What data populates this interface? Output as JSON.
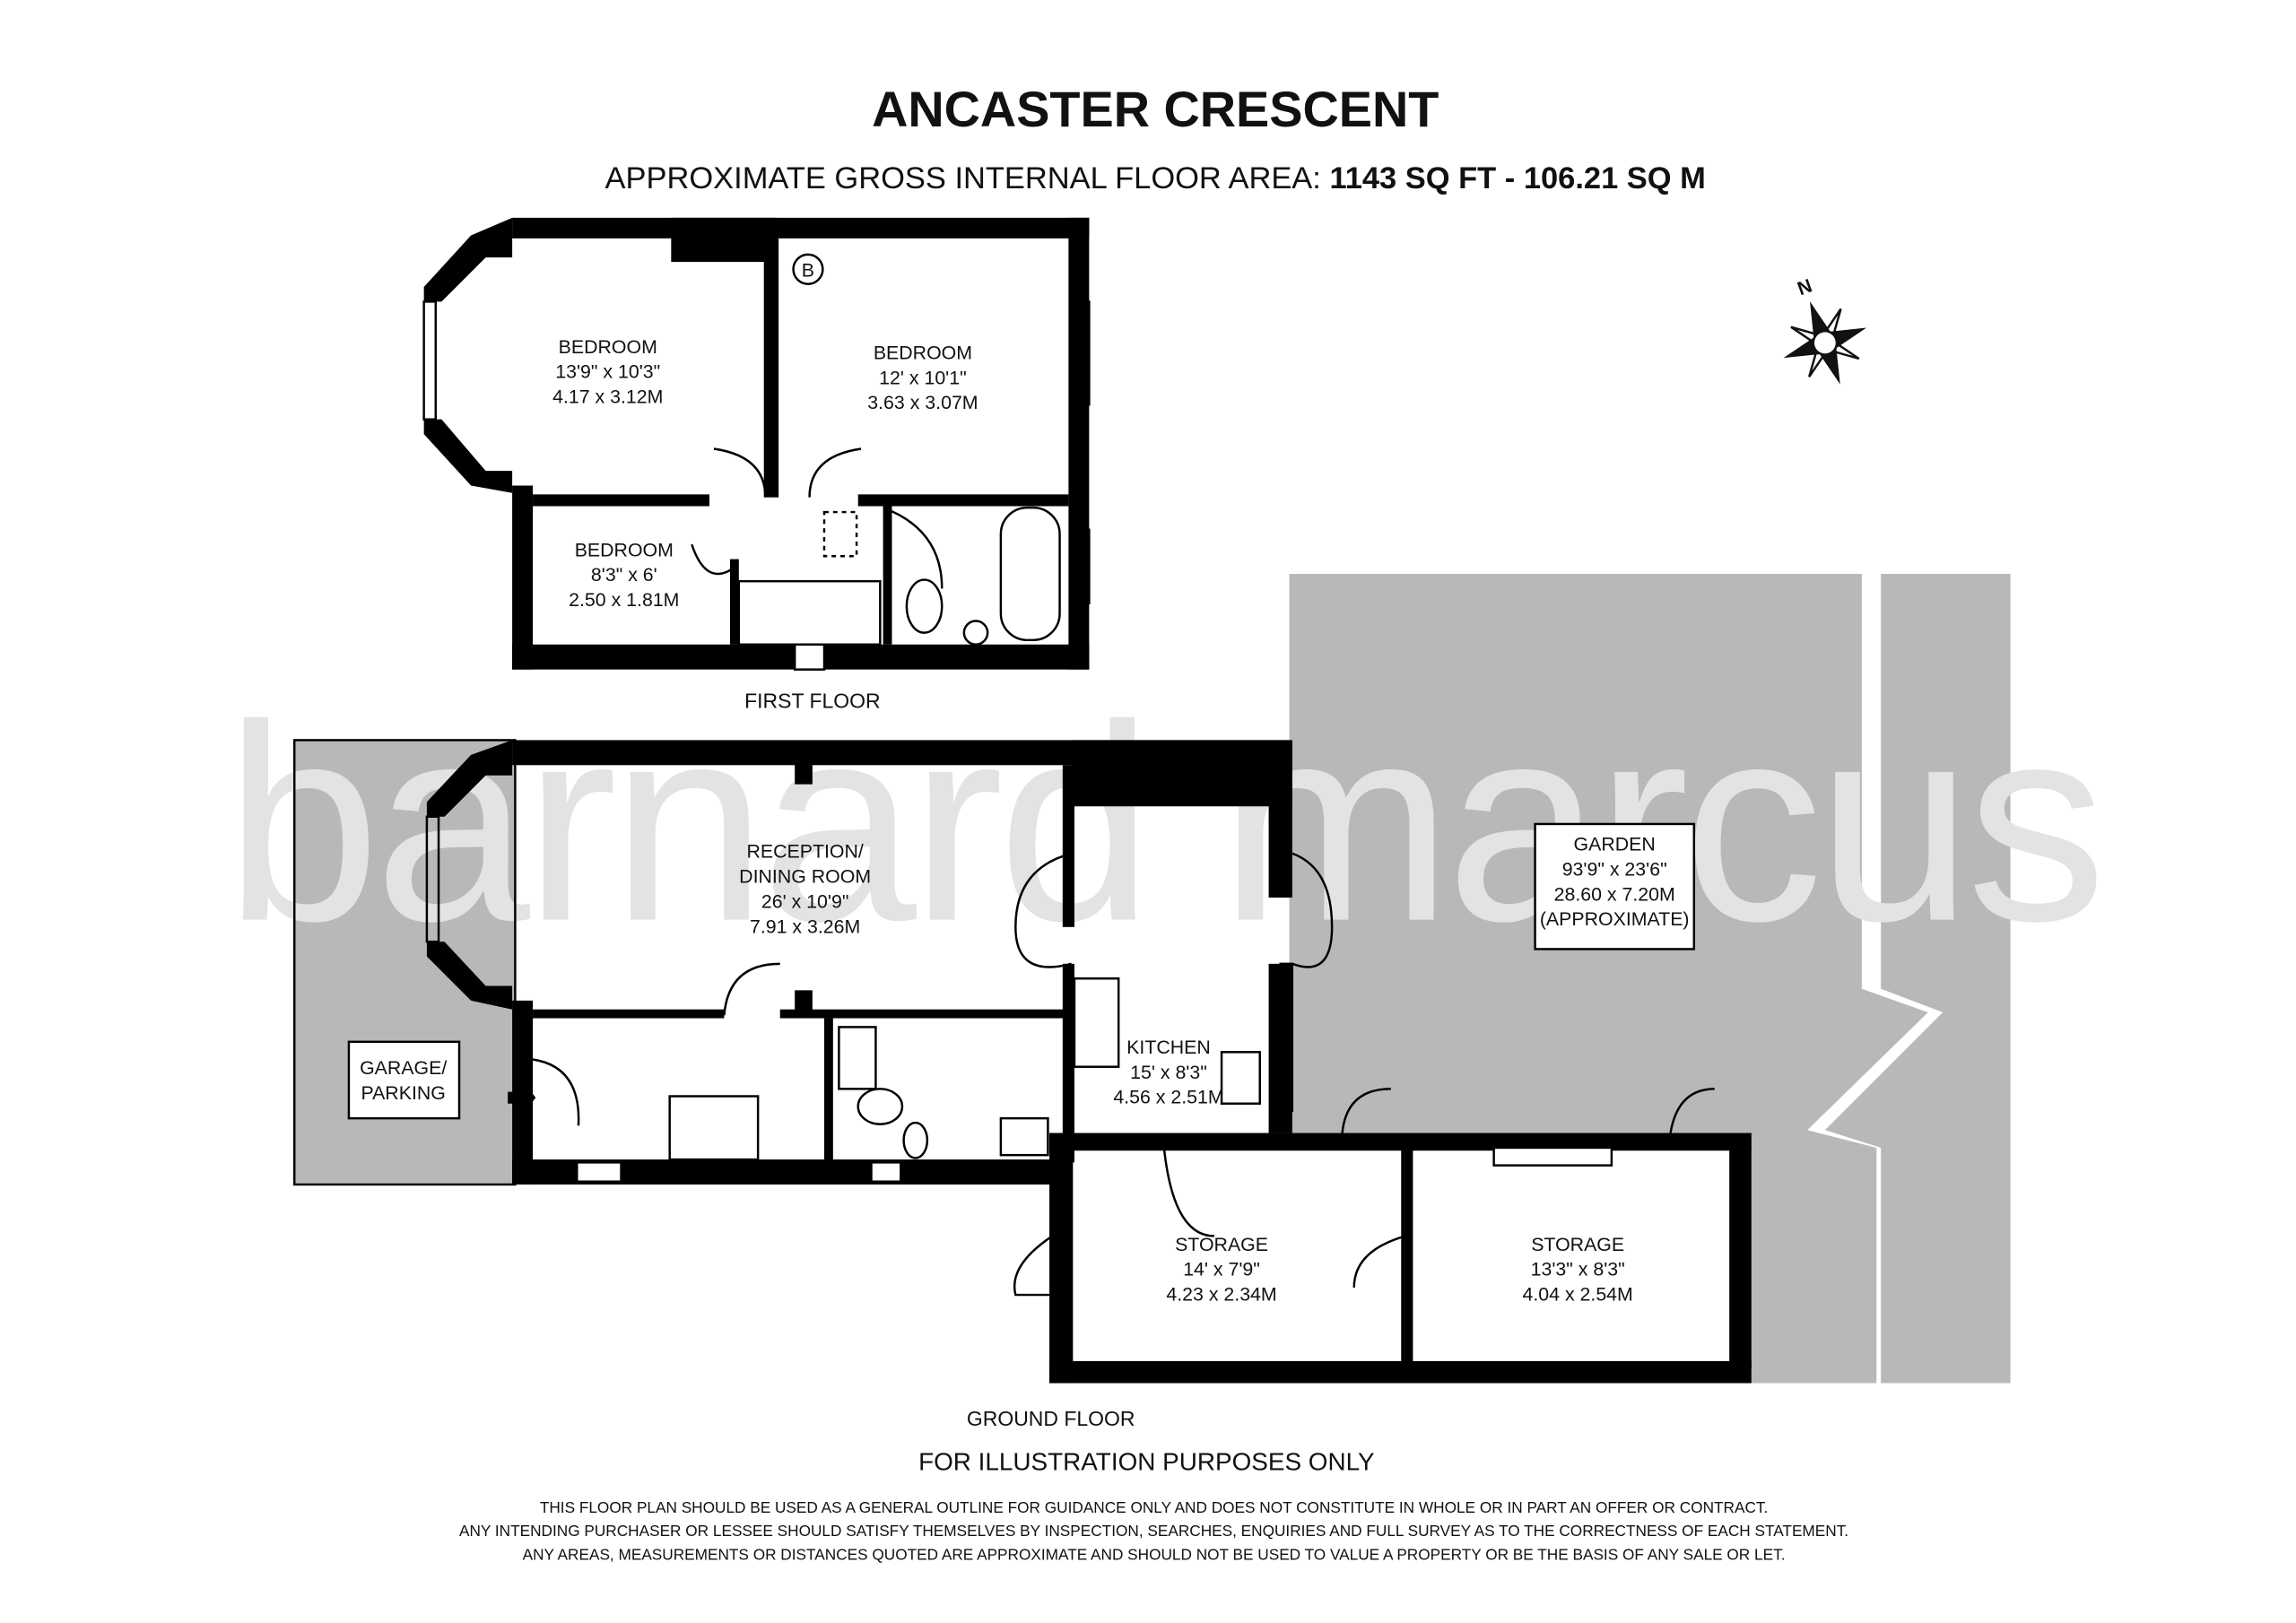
{
  "header": {
    "title": "ANCASTER CRESCENT",
    "area_label": "APPROXIMATE GROSS INTERNAL FLOOR AREA:",
    "area_sqft": "1143 SQ FT",
    "area_sep": "-",
    "area_sqm": "106.21 SQ M"
  },
  "watermark": "barnard marcus",
  "compass": {
    "label": "N",
    "icon": "compass-rose-icon"
  },
  "first_floor": {
    "label": "FIRST FLOOR",
    "boiler": "B",
    "rooms": [
      {
        "name": "BEDROOM",
        "imperial": "13'9\" x 10'3\"",
        "metric": "4.17 x 3.12M"
      },
      {
        "name": "BEDROOM",
        "imperial": "12' x 10'1\"",
        "metric": "3.63 x 3.07M"
      },
      {
        "name": "BEDROOM",
        "imperial": "8'3\" x 6'",
        "metric": "2.50 x 1.81M"
      }
    ]
  },
  "ground_floor": {
    "label": "GROUND FLOOR",
    "rooms": [
      {
        "name": "RECEPTION/",
        "name2": "DINING ROOM",
        "imperial": "26' x 10'9\"",
        "metric": "7.91 x 3.26M"
      },
      {
        "name": "KITCHEN",
        "imperial": "15' x 8'3\"",
        "metric": "4.56 x 2.51M"
      },
      {
        "name": "STORAGE",
        "imperial": "14' x 7'9\"",
        "metric": "4.23 x 2.34M"
      },
      {
        "name": "STORAGE",
        "imperial": "13'3\" x 8'3\"",
        "metric": "4.04 x 2.54M"
      },
      {
        "name": "GARAGE/",
        "name2": "PARKING"
      },
      {
        "name": "GARDEN",
        "imperial": "93'9\" x 23'6\"",
        "metric": "28.60 x 7.20M",
        "note": "(APPROXIMATE)"
      }
    ]
  },
  "footer": {
    "illustration": "FOR ILLUSTRATION PURPOSES ONLY",
    "disclaimer": [
      "THIS FLOOR PLAN SHOULD BE USED AS A GENERAL OUTLINE FOR GUIDANCE ONLY AND DOES NOT CONSTITUTE IN WHOLE OR IN PART AN OFFER OR CONTRACT.",
      "ANY INTENDING PURCHASER OR LESSEE SHOULD SATISFY THEMSELVES BY INSPECTION, SEARCHES, ENQUIRIES AND FULL SURVEY AS TO THE CORRECTNESS OF EACH STATEMENT.",
      "ANY AREAS, MEASUREMENTS OR DISTANCES QUOTED ARE APPROXIMATE AND SHOULD NOT BE USED TO VALUE A PROPERTY OR BE THE BASIS OF ANY SALE OR LET."
    ]
  },
  "colors": {
    "wall": "#000000",
    "outdoor": "#b8b8b8",
    "watermark": "#e3e3e3"
  }
}
